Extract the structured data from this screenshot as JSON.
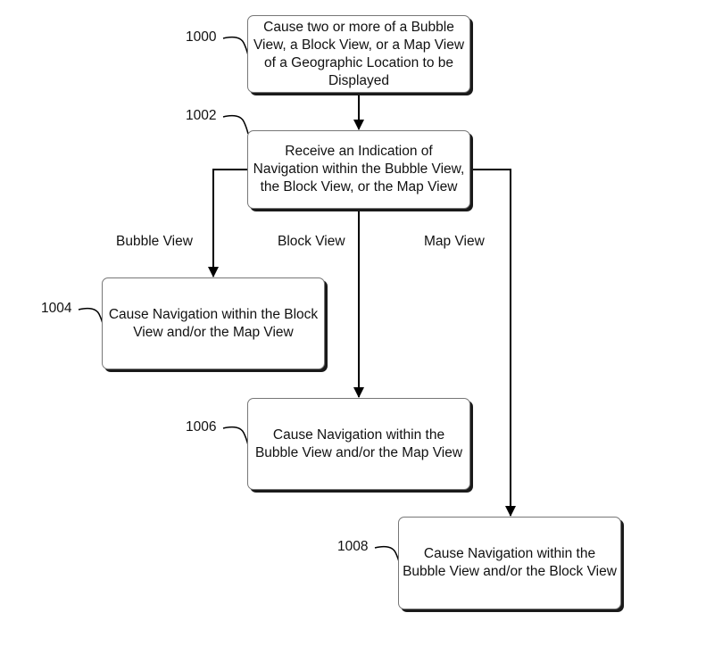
{
  "diagram": {
    "steps": [
      {
        "id": "1000",
        "ref": "1000",
        "text": "Cause two or more of a Bubble View, a Block View, or a Map View of a Geographic Location to be Displayed"
      },
      {
        "id": "1002",
        "ref": "1002",
        "text": "Receive an Indication of Navigation within the Bubble View, the Block View, or the Map View"
      },
      {
        "id": "1004",
        "ref": "1004",
        "text": "Cause Navigation within the Block View and/or the Map View"
      },
      {
        "id": "1006",
        "ref": "1006",
        "text": "Cause Navigation within the Bubble View and/or the Map View"
      },
      {
        "id": "1008",
        "ref": "1008",
        "text": "Cause Navigation within the Bubble View and/or the Block View"
      }
    ],
    "edges": [
      {
        "from": "1000",
        "to": "1002",
        "label": ""
      },
      {
        "from": "1002",
        "to": "1004",
        "label": "Bubble View"
      },
      {
        "from": "1002",
        "to": "1006",
        "label": "Block View"
      },
      {
        "from": "1002",
        "to": "1008",
        "label": "Map View"
      }
    ]
  }
}
